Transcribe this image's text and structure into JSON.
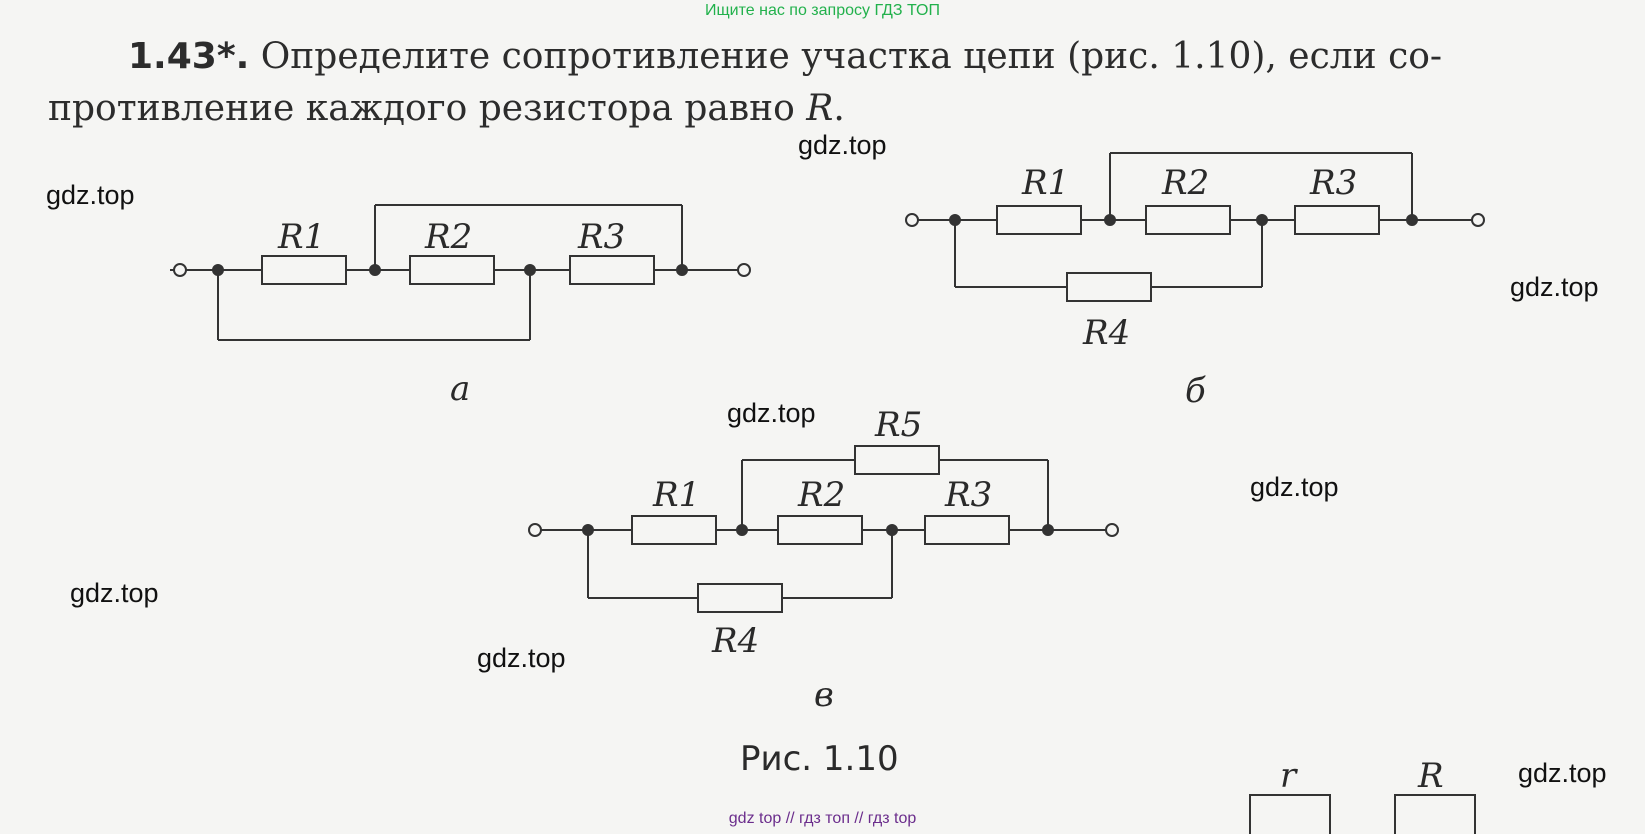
{
  "banner": "Ищите нас по запросу ГДЗ ТОП",
  "footer": "gdz top  //  гдз топ  //  гдз top",
  "problem": {
    "number": "1.43*.",
    "line1_text": "Определите сопротивление участка цепи (рис. 1.10), если со-",
    "line2_text": "противление каждого резистора равно ",
    "line2_var": "R",
    "line2_end": "."
  },
  "watermark": "gdz.top",
  "circuits": {
    "a": {
      "label": "а",
      "resistors": [
        "R1",
        "R2",
        "R3"
      ]
    },
    "b": {
      "label": "б",
      "resistors": [
        "R1",
        "R2",
        "R3",
        "R4"
      ]
    },
    "c": {
      "label": "в",
      "resistors": [
        "R1",
        "R2",
        "R3",
        "R4",
        "R5"
      ]
    }
  },
  "figure_caption": "Рис. 1.10",
  "bottom_partial_labels": [
    "r",
    "R"
  ]
}
